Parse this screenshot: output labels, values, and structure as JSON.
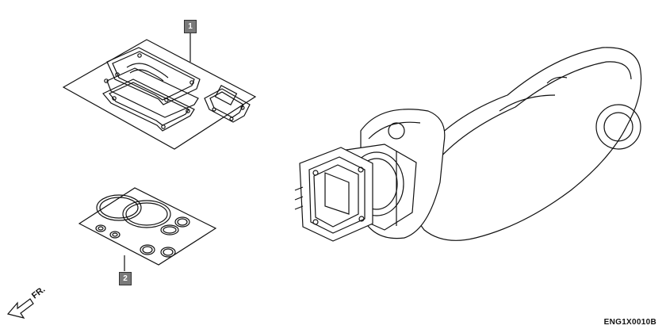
{
  "callouts": {
    "part_1": "1",
    "part_2": "2"
  },
  "direction_label": "FR.",
  "diagram_code": "ENG1X0010B",
  "colors": {
    "line": "#111111",
    "callout_fill": "#7a7a7a"
  },
  "icons": {
    "direction": "front-arrow-icon"
  }
}
